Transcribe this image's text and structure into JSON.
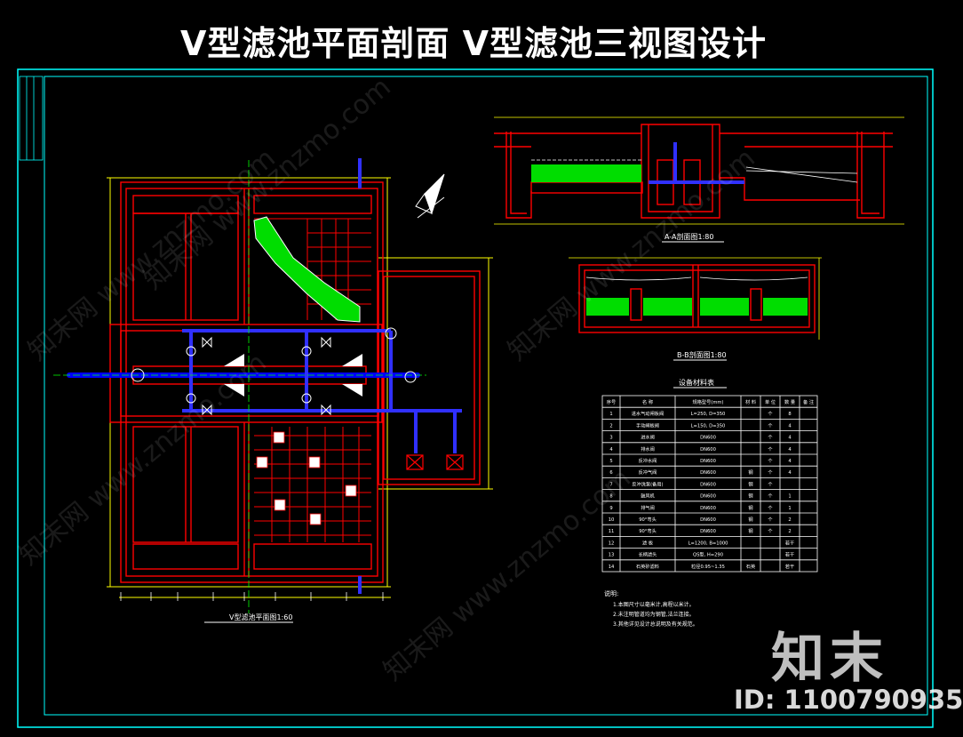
{
  "header": {
    "title": "V型滤池平面剖面   V型滤池三视图设计"
  },
  "branding": {
    "mark": "知末",
    "id_label": "ID: 1100790935",
    "watermark": "知末网 www.znzmo.com"
  },
  "drawing": {
    "plan_caption": "V型滤池平面图1:60",
    "section_a_caption": "A-A剖面图1:80",
    "section_b_caption": "B-B剖面图1:80",
    "table_caption": "设备材料表",
    "notes_heading": "说明:",
    "notes": [
      "1.本图尺寸以毫米计,高程以米计。",
      "2.未注明管道均为钢管,法兰连接。",
      "3.其他详见设计总说明及有关规范。"
    ]
  },
  "equipment_table": {
    "headers": [
      "序号",
      "名 称",
      "规格型号(mm)",
      "材 料",
      "单 位",
      "数 量",
      "备 注"
    ],
    "rows": [
      [
        "1",
        "进水气动闸板阀",
        "L=250, D=350",
        "",
        "个",
        "8",
        ""
      ],
      [
        "2",
        "手动闸板阀",
        "L=150, D=350",
        "",
        "个",
        "4",
        ""
      ],
      [
        "3",
        "进水阀",
        "DN600",
        "",
        "个",
        "4",
        ""
      ],
      [
        "4",
        "排水阀",
        "DN600",
        "",
        "个",
        "4",
        ""
      ],
      [
        "5",
        "反冲水阀",
        "DN600",
        "",
        "个",
        "4",
        ""
      ],
      [
        "6",
        "反冲气阀",
        "DN600",
        "钢",
        "个",
        "4",
        ""
      ],
      [
        "7",
        "反冲洗泵(备用)",
        "DN600",
        "钢",
        "个",
        "",
        ""
      ],
      [
        "8",
        "鼓风机",
        "DN600",
        "钢",
        "个",
        "1",
        ""
      ],
      [
        "9",
        "排气阀",
        "DN600",
        "钢",
        "个",
        "1",
        ""
      ],
      [
        "10",
        "90°弯头",
        "DN600",
        "钢",
        "个",
        "2",
        ""
      ],
      [
        "11",
        "90°弯头",
        "DN600",
        "钢",
        "个",
        "2",
        ""
      ],
      [
        "12",
        "滤 板",
        "L=1200, B=1000",
        "",
        "",
        "若干",
        ""
      ],
      [
        "13",
        "长柄滤头",
        "QS型, H=290",
        "",
        "",
        "若干",
        ""
      ],
      [
        "14",
        "石英砂滤料",
        "粒径0.95~1.35",
        "石英",
        "",
        "若干",
        ""
      ]
    ]
  },
  "colors": {
    "background": "#000000",
    "frame": "#00FFFF",
    "walls": "#FF0000",
    "dimensions": "#FFFF00",
    "pipes": "#0000FF",
    "filter_media": "#00FF00",
    "text": "#FFFFFF"
  }
}
